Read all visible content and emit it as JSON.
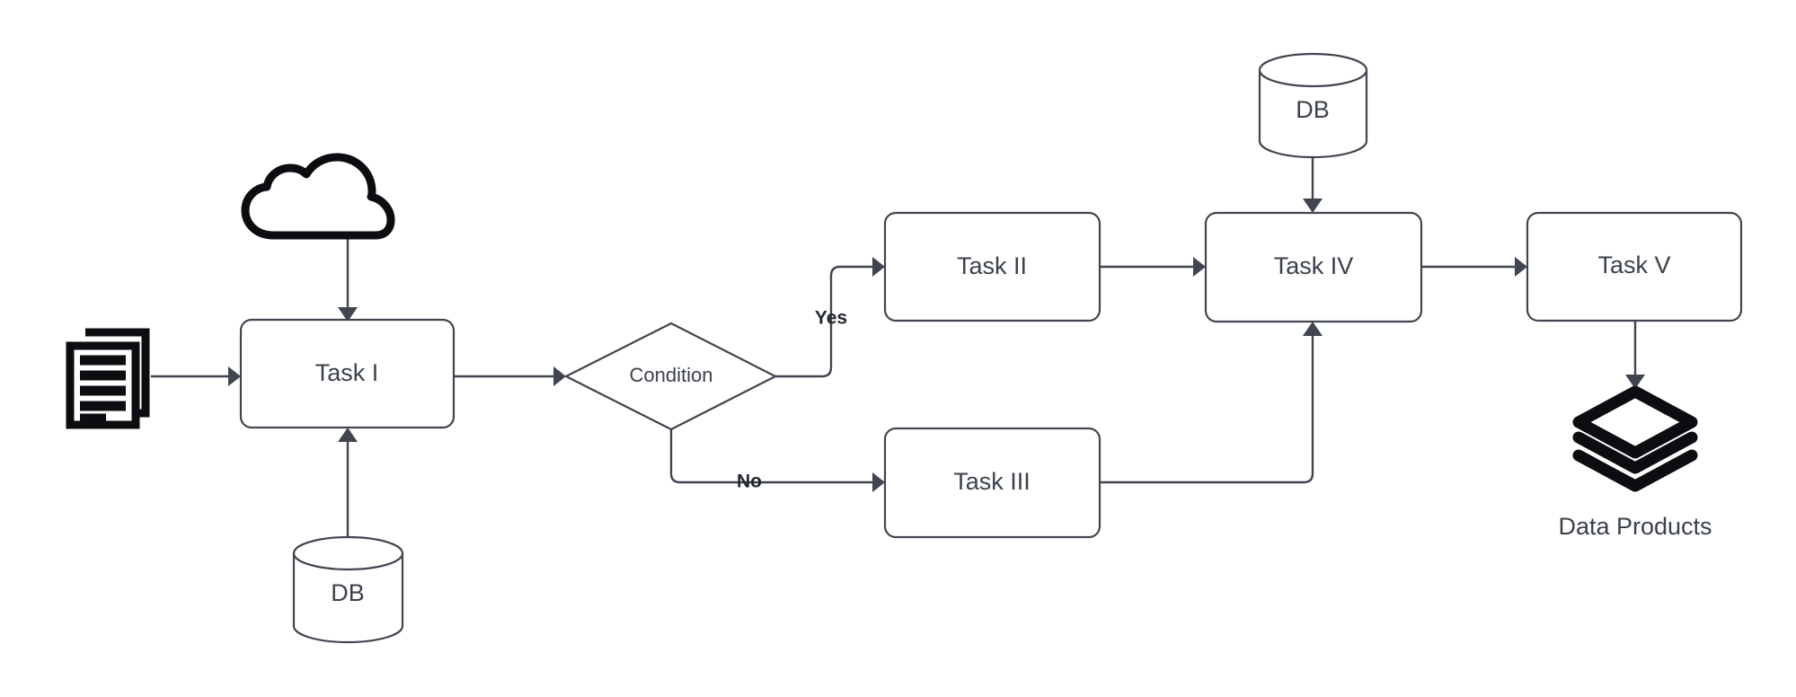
{
  "diagram": {
    "title": "Data Pipeline Flowchart",
    "background_color": "#ffffff",
    "stroke_color": "#40454f",
    "icon_color": "#0c0d10",
    "text_color": "#3b414b"
  },
  "nodes": {
    "source_documents": {
      "type": "documents-icon",
      "label": ""
    },
    "source_cloud": {
      "type": "cloud-icon",
      "label": ""
    },
    "db_left": {
      "type": "database-cylinder",
      "label": "DB"
    },
    "db_top": {
      "type": "database-cylinder",
      "label": "DB"
    },
    "task_1": {
      "type": "process-box",
      "label": "Task I"
    },
    "condition": {
      "type": "decision-diamond",
      "label": "Condition"
    },
    "task_2": {
      "type": "process-box",
      "label": "Task II"
    },
    "task_3": {
      "type": "process-box",
      "label": "Task III"
    },
    "task_4": {
      "type": "process-box",
      "label": "Task IV"
    },
    "task_5": {
      "type": "process-box",
      "label": "Task V"
    },
    "data_products": {
      "type": "layers-icon",
      "label": "Data Products"
    }
  },
  "edges": [
    {
      "from": "source_documents",
      "to": "task_1",
      "label": ""
    },
    {
      "from": "source_cloud",
      "to": "task_1",
      "label": ""
    },
    {
      "from": "db_left",
      "to": "task_1",
      "label": ""
    },
    {
      "from": "task_1",
      "to": "condition",
      "label": ""
    },
    {
      "from": "condition",
      "to": "task_2",
      "label": "Yes"
    },
    {
      "from": "condition",
      "to": "task_3",
      "label": "No"
    },
    {
      "from": "task_2",
      "to": "task_4",
      "label": ""
    },
    {
      "from": "task_3",
      "to": "task_4",
      "label": ""
    },
    {
      "from": "db_top",
      "to": "task_4",
      "label": ""
    },
    {
      "from": "task_4",
      "to": "task_5",
      "label": ""
    },
    {
      "from": "task_5",
      "to": "data_products",
      "label": ""
    }
  ],
  "labels": {
    "yes": "Yes",
    "no": "No",
    "data_products": "Data Products",
    "db": "DB"
  }
}
